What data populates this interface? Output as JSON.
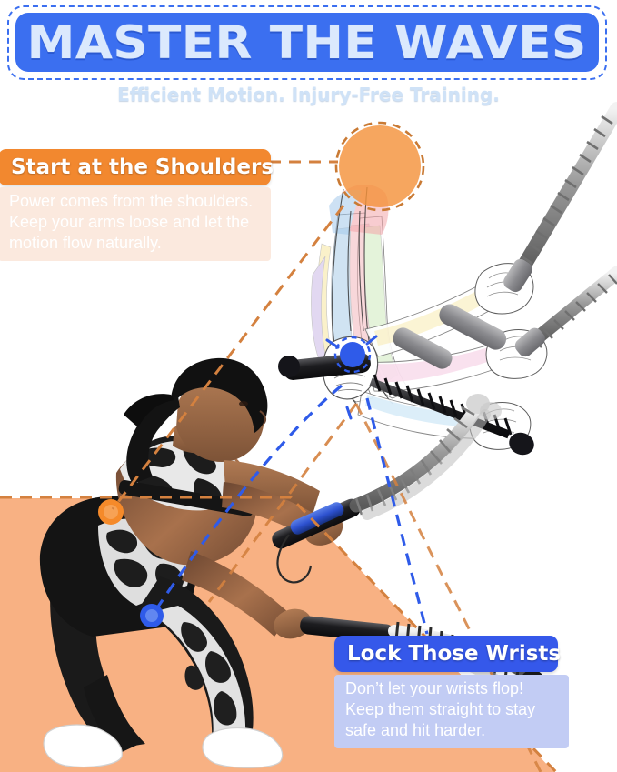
{
  "header": {
    "title": "MASTER THE WAVES",
    "subtitle": "Efficient Motion. Injury-Free Training.",
    "banner_color": "#3b6ff0",
    "title_color": "#dbe9fd",
    "subtitle_color": "#cfe2f7"
  },
  "callouts": [
    {
      "id": "shoulders",
      "heading": "Start at the Shoulders",
      "body_lines": [
        "Power comes from the shoulders.",
        "Keep your arms loose and let the",
        "motion flow naturally."
      ],
      "accent_color": "#f2882f",
      "body_bg": "#fbe9de"
    },
    {
      "id": "wrists",
      "heading": "Lock Those Wrists",
      "body_lines": [
        "Don’t let your wrists flop!",
        "Keep them straight to stay",
        "safe and hit harder."
      ],
      "accent_color": "#3558ea",
      "body_bg": "#c2ccf4"
    }
  ],
  "markers": [
    {
      "name": "shoulder-highlight-circle",
      "color": "#f4923c",
      "outline": "#c97a34"
    },
    {
      "name": "shoulder-highlight-badge",
      "color": "#f58a2a"
    },
    {
      "name": "wrist-highlight-marker",
      "color": "#2f5be9"
    },
    {
      "name": "wrist-highlight-badge",
      "color": "#2f5be9"
    }
  ],
  "guides": {
    "shoulder_line_color": "#d4813f",
    "wrist_line_color": "#2f5be9",
    "zone_fill": "#f8b183"
  },
  "figure": {
    "athlete": "woman performing twist exercise with spring power bar",
    "anatomy": "anatomical arm and shoulder muscle overlay with spring bar sequence"
  }
}
